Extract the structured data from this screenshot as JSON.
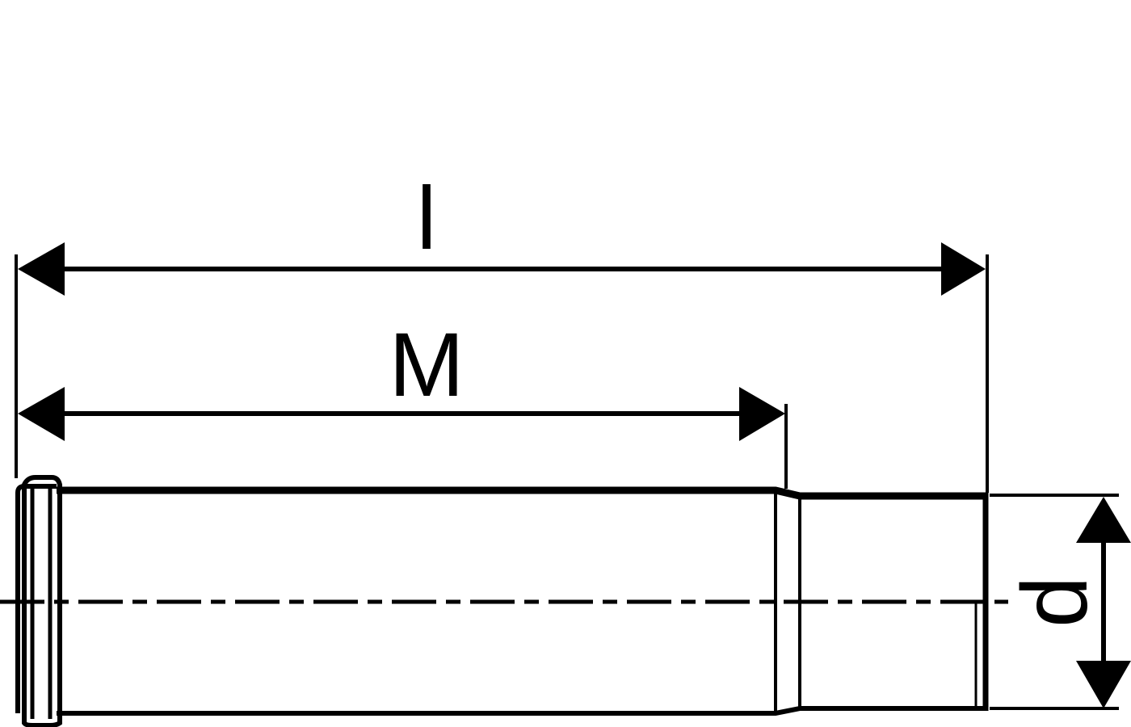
{
  "diagram": {
    "labels": {
      "overall_length": "l",
      "insertion_length": "M",
      "diameter": "d"
    },
    "colors": {
      "line": "#000000",
      "background": "#ffffff"
    }
  }
}
